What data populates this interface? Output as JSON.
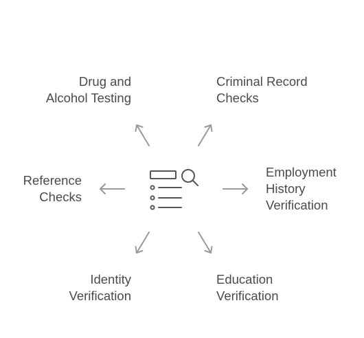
{
  "center": {
    "icon": "checklist-search-icon"
  },
  "nodes": [
    {
      "id": "drug-alcohol-testing",
      "lines": [
        "Drug and",
        "Alcohol Testing"
      ]
    },
    {
      "id": "criminal-record-checks",
      "lines": [
        "Criminal Record",
        "Checks"
      ]
    },
    {
      "id": "reference-checks",
      "lines": [
        "Reference",
        "Checks"
      ]
    },
    {
      "id": "employment-history-verification",
      "lines": [
        "Employment",
        "History",
        "Verification"
      ]
    },
    {
      "id": "identity-verification",
      "lines": [
        "Identity",
        "Verification"
      ]
    },
    {
      "id": "education-verification",
      "lines": [
        "Education",
        "Verification"
      ]
    }
  ],
  "colors": {
    "text": "#4a4a4a",
    "arrow": "#999999",
    "icon": "#555555"
  }
}
